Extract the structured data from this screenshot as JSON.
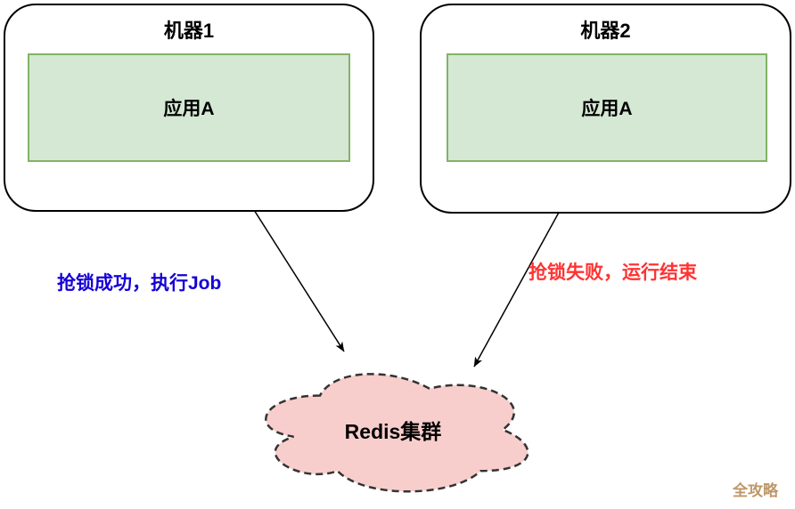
{
  "machine1": {
    "title": "机器1",
    "app": "应用A"
  },
  "machine2": {
    "title": "机器2",
    "app": "应用A"
  },
  "cloud": {
    "label": "Redis集群"
  },
  "edges": {
    "left_label": "抢锁成功，执行Job",
    "right_label": "抢锁失败，运行结束"
  },
  "watermark": "全攻略",
  "colors": {
    "app_fill": "#d5e8d4",
    "app_border": "#82b366",
    "cloud_fill": "#f8cecc",
    "cloud_border": "#333333",
    "node_border": "#000000",
    "success_text": "#1500d6",
    "fail_text": "#ff3333",
    "watermark_text": "#bd9768"
  }
}
